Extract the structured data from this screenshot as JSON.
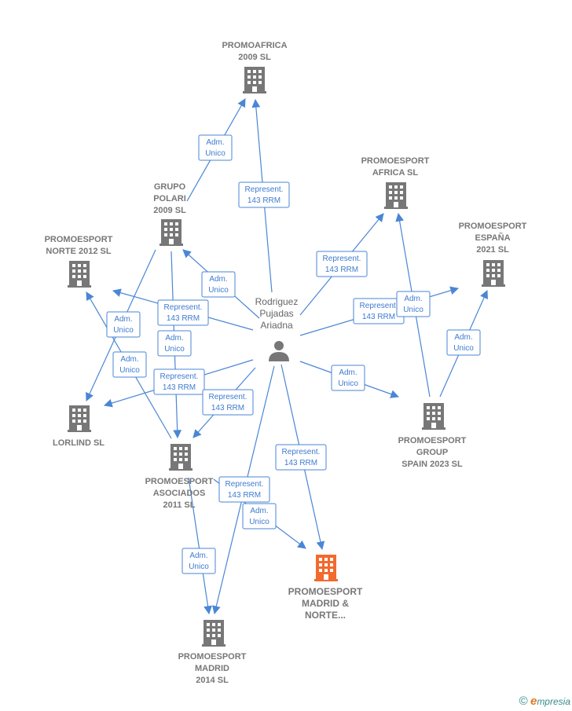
{
  "person": {
    "name_lines": [
      "Rodriguez",
      "Pujadas",
      "Ariadna"
    ]
  },
  "companies": [
    {
      "id": "promoafrica",
      "lines": [
        "PROMOAFRICA",
        "2009 SL"
      ],
      "highlight": false
    },
    {
      "id": "grupo-polari",
      "lines": [
        "GRUPO",
        "POLARI",
        "2009 SL"
      ],
      "highlight": false
    },
    {
      "id": "promoesport-africa",
      "lines": [
        "PROMOESPORT",
        "AFRICA  SL"
      ],
      "highlight": false
    },
    {
      "id": "promoesport-espana",
      "lines": [
        "PROMOESPORT",
        "ESPAÑA",
        "2021  SL"
      ],
      "highlight": false
    },
    {
      "id": "promoesport-norte",
      "lines": [
        "PROMOESPORT",
        "NORTE 2012 SL"
      ],
      "highlight": false
    },
    {
      "id": "lorlind",
      "lines": [
        "LORLIND SL"
      ],
      "highlight": false
    },
    {
      "id": "promoesport-group",
      "lines": [
        "PROMOESPORT",
        "GROUP",
        "SPAIN 2023  SL"
      ],
      "highlight": false
    },
    {
      "id": "promoesport-asociados",
      "lines": [
        "PROMOESPORT",
        "ASOCIADOS",
        "2011 SL"
      ],
      "highlight": false
    },
    {
      "id": "promoesport-madrid-norte",
      "lines": [
        "PROMOESPORT",
        "MADRID &",
        "NORTE..."
      ],
      "highlight": true
    },
    {
      "id": "promoesport-madrid",
      "lines": [
        "PROMOESPORT",
        "MADRID",
        "2014  SL"
      ],
      "highlight": false
    }
  ],
  "edges": [
    {
      "from": "grupo-polari",
      "to": "promoafrica",
      "lines": [
        "Adm.",
        "Unico"
      ]
    },
    {
      "from": "person",
      "to": "promoafrica",
      "lines": [
        "Represent.",
        "143 RRM"
      ]
    },
    {
      "from": "person",
      "to": "grupo-polari",
      "lines": [
        "Adm.",
        "Unico"
      ]
    },
    {
      "from": "person",
      "to": "promoesport-africa",
      "lines": [
        "Represent.",
        "143 RRM"
      ]
    },
    {
      "from": "person",
      "to": "promoesport-espana",
      "lines": [
        "Represent.",
        "143 RRM"
      ]
    },
    {
      "from": "promoesport-group",
      "to": "promoesport-africa",
      "lines": [
        "Adm.",
        "Unico"
      ]
    },
    {
      "from": "promoesport-group",
      "to": "promoesport-espana",
      "lines": [
        "Adm.",
        "Unico"
      ]
    },
    {
      "from": "person",
      "to": "promoesport-norte",
      "lines": [
        "Represent.",
        "143 RRM"
      ]
    },
    {
      "from": "grupo-polari",
      "to": "lorlind",
      "lines": [
        "Adm.",
        "Unico"
      ]
    },
    {
      "from": "promoesport-asociados",
      "to": "promoesport-norte",
      "lines": [
        "Adm.",
        "Unico"
      ]
    },
    {
      "from": "grupo-polari",
      "to": "promoesport-asociados",
      "lines": [
        "Adm.",
        "Unico"
      ]
    },
    {
      "from": "person",
      "to": "lorlind",
      "lines": [
        "Represent.",
        "143 RRM"
      ]
    },
    {
      "from": "person",
      "to": "promoesport-asociados",
      "lines": [
        "Represent.",
        "143 RRM"
      ]
    },
    {
      "from": "person",
      "to": "promoesport-group",
      "lines": [
        "Adm.",
        "Unico"
      ]
    },
    {
      "from": "person",
      "to": "promoesport-madrid-norte",
      "lines": [
        "Represent.",
        "143 RRM"
      ]
    },
    {
      "from": "person",
      "to": "promoesport-madrid",
      "lines": [
        "Represent.",
        "143 RRM"
      ]
    },
    {
      "from": "promoesport-asociados",
      "to": "promoesport-madrid-norte",
      "lines": [
        "Adm.",
        "Unico"
      ]
    },
    {
      "from": "promoesport-asociados",
      "to": "promoesport-madrid",
      "lines": [
        "Adm.",
        "Unico"
      ]
    }
  ],
  "colors": {
    "edge": "#4a86d6",
    "building": "#777777",
    "highlight": "#f26a2e"
  },
  "footer": {
    "copyright_symbol": "©",
    "brand_first": "e",
    "brand_rest": "mpresia"
  }
}
